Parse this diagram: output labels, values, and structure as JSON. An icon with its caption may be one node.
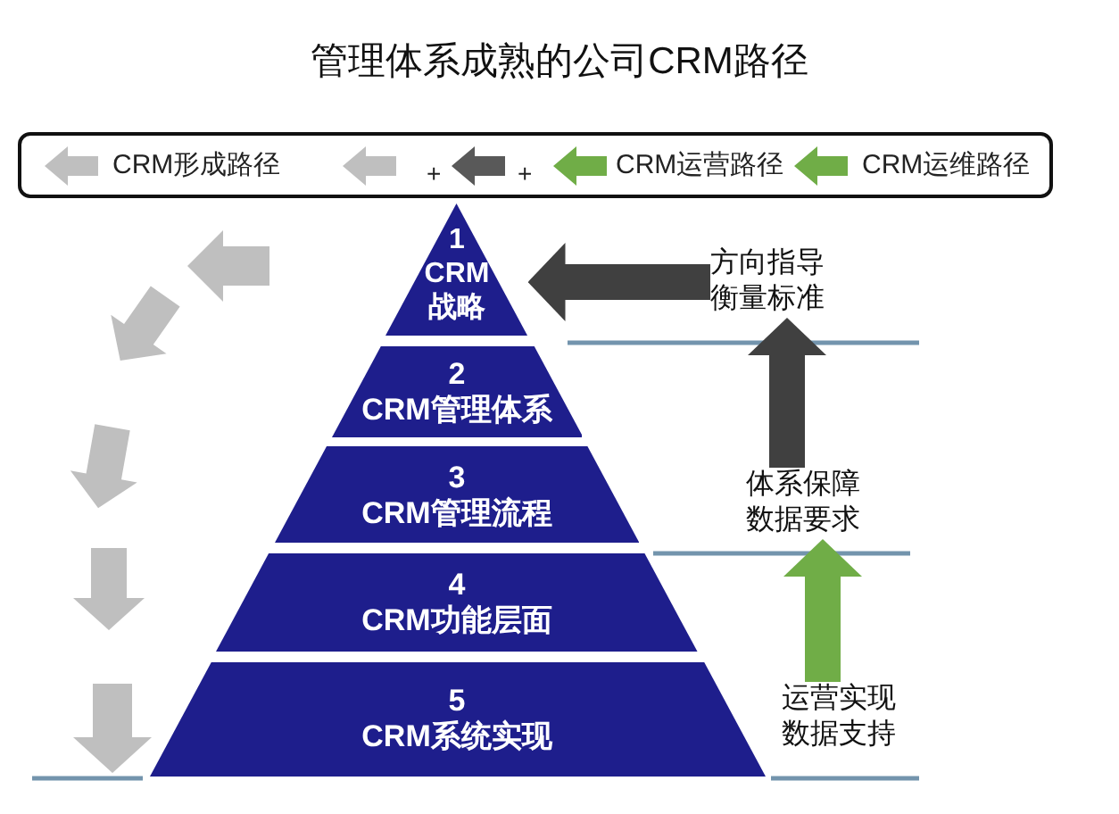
{
  "diagram": {
    "title": "管理体系成熟的公司CRM路径",
    "nodes": [
      {
        "text": [
          "1",
          "CRM战略"
        ]
      },
      {
        "text": [
          "2",
          "CRM管理体系"
        ]
      },
      {
        "text": [
          "3",
          "CRM管理流程"
        ]
      },
      {
        "text": [
          "4",
          "CRM功能层面"
        ]
      },
      {
        "text": [
          "5",
          "CRM系统实现"
        ]
      },
      {
        "text": [
          "方向指导衡量标准"
        ]
      },
      {
        "text": [
          "体系保障数据要求"
        ]
      },
      {
        "text": [
          "运营实现数据支持"
        ]
      }
    ],
    "edges": [
      {
        "from": 5,
        "to": 0,
        "arrow": "to"
      },
      {
        "from": 6,
        "to": 5,
        "arrow": "to"
      },
      {
        "from": 7,
        "to": 6,
        "arrow": "to",
        "color": "#70ad47"
      }
    ],
    "labels": [
      "+",
      "+"
    ],
    "legend": [
      {
        "text": "CRM形成路径"
      },
      {
        "text": "CRM运营路径"
      },
      {
        "text": "CRM运维路径"
      }
    ]
  }
}
